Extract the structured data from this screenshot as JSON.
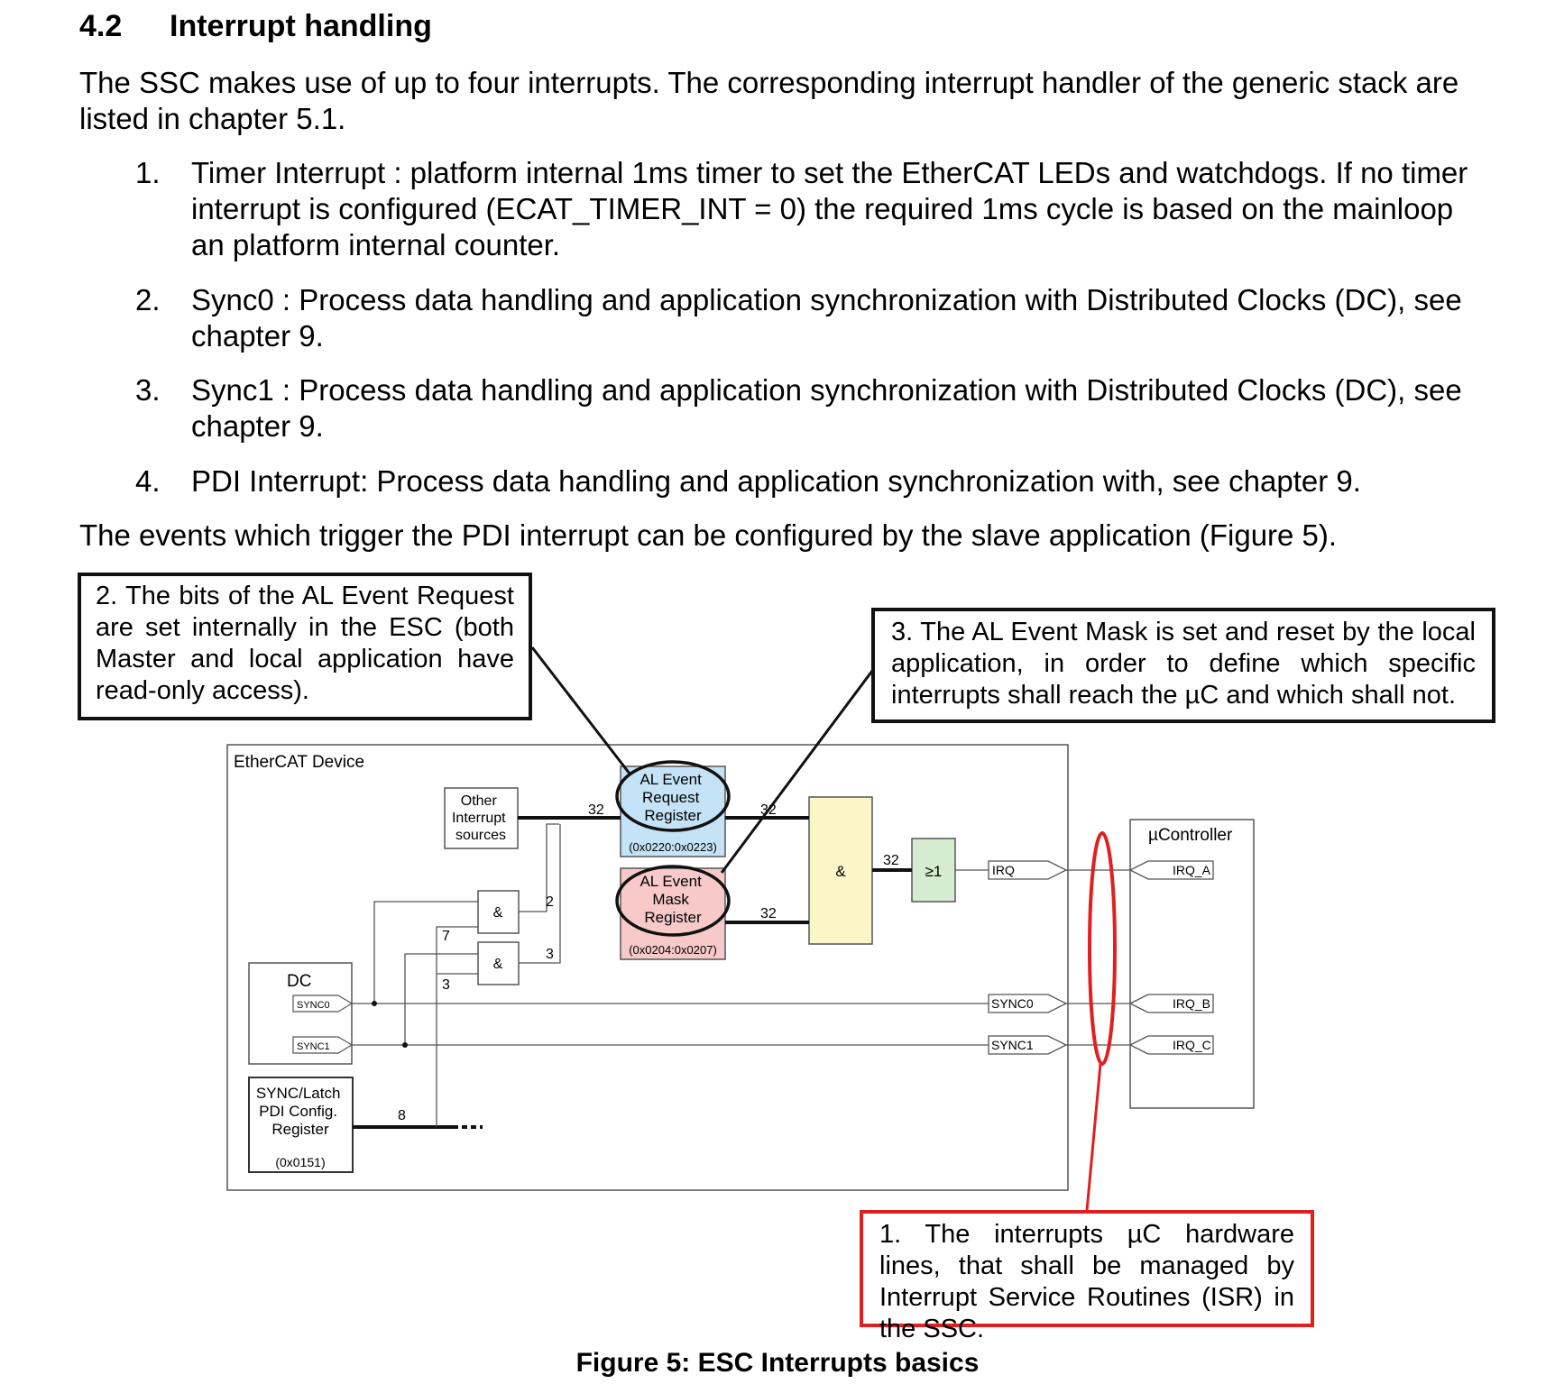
{
  "section": {
    "number": "4.2",
    "title": "Interrupt handling"
  },
  "intro": "The SSC makes use of up to four interrupts. The corresponding interrupt handler of the generic stack are listed in chapter 5.1.",
  "list": [
    {
      "num": "1.",
      "text": "Timer Interrupt : platform internal 1ms timer to set the EtherCAT LEDs and watchdogs. If no timer interrupt is configured (ECAT_TIMER_INT = 0) the required 1ms cycle is based on the mainloop an platform internal counter."
    },
    {
      "num": "2.",
      "text": "Sync0 : Process data handling and application synchronization with Distributed Clocks (DC), see chapter 9."
    },
    {
      "num": "3.",
      "text": "Sync1 : Process data handling and application synchronization with Distributed Clocks (DC), see chapter 9."
    },
    {
      "num": "4.",
      "text": "PDI Interrupt: Process data handling and application synchronization with, see chapter 9."
    }
  ],
  "outro": "The events which trigger the PDI interrupt can be configured by the slave application (Figure 5).",
  "figure": {
    "callout_2": "2. The bits of the AL Event Request are set internally in the ESC (both Master and local application have read-only access).",
    "callout_3": "3. The AL Event Mask is set and reset by the local application, in order to define which specific interrupts shall reach the µC and which shall not.",
    "callout_1": "1. The interrupts µC hardware lines, that shall be managed by Interrupt Service Routines (ISR) in the SSC.",
    "device_label": "EtherCAT Device",
    "other_sources": [
      "Other",
      "Interrupt",
      "sources"
    ],
    "al_request": [
      "AL Event",
      "Request",
      "Register"
    ],
    "al_request_addr": "(0x0220:0x0223)",
    "al_mask": [
      "AL Event",
      "Mask",
      "Register"
    ],
    "al_mask_addr": "(0x0204:0x0207)",
    "and_symbol": "&",
    "or_symbol": "≥1",
    "dc_label": "DC",
    "sync0": "SYNC0",
    "sync1": "SYNC1",
    "sync_latch": [
      "SYNC/Latch",
      "PDI Config.",
      "Register"
    ],
    "sync_latch_addr": "(0x0151)",
    "irq": "IRQ",
    "ucontroller": "µController",
    "irq_a": "IRQ_A",
    "irq_b": "IRQ_B",
    "irq_c": "IRQ_C",
    "bus_widths": {
      "w32": "32",
      "w2": "2",
      "w3": "3",
      "w7": "7",
      "w8": "8"
    },
    "caption": "Figure 5: ESC Interrupts basics"
  },
  "colors": {
    "request_fill": "#c5e3f6",
    "mask_fill": "#f7c9c9",
    "and_fill": "#fbf6c8",
    "or_fill": "#d5ecd0",
    "callout_red": "#e02020"
  }
}
